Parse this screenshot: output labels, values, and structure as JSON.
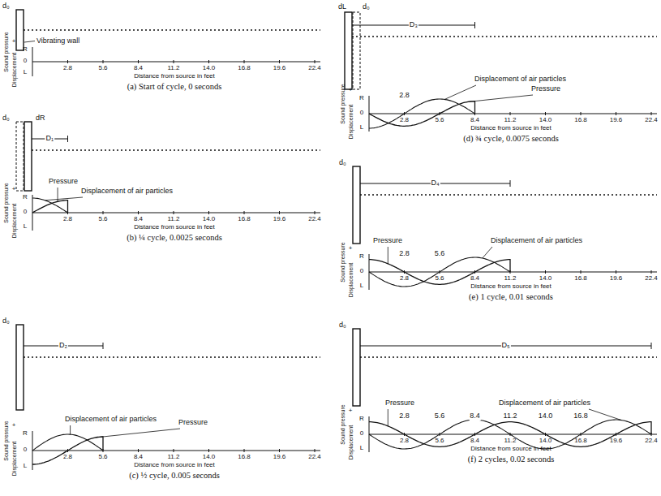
{
  "diagram": {
    "labels": [
      "d₀",
      "Vibrating wall",
      "Sound pressure",
      "+",
      "Displacement",
      "R",
      "0",
      "L",
      "2.8",
      "5.6",
      "8.4",
      "11.2",
      "14.0",
      "16.8",
      "19.6",
      "22.4",
      "Distance from source in feet",
      "(a) Start of cycle, 0 seconds",
      "d₀",
      "dR",
      "D₁",
      "Pressure",
      "Displacement of air particles",
      "Sound pressure",
      "+",
      "Displacement",
      "R",
      "0",
      "L",
      "2.8",
      "5.6",
      "8.4",
      "11.2",
      "14.0",
      "16.8",
      "19.6",
      "22.4",
      "Distance from source in feet",
      "(b) ¼ cycle, 0.0025 seconds",
      "d₀",
      "D₂",
      "Displacement of air particles",
      "Pressure",
      "Sound pressure",
      "+",
      "Displacement",
      "R",
      "0",
      "L",
      "2.8",
      "5.6",
      "8.4",
      "11.2",
      "14.0",
      "16.8",
      "19.6",
      "22.4",
      "Distance from source in feet",
      "(c) ½ cycle, 0.005 seconds",
      "dL",
      "d₀",
      "D₃",
      "Displacement of air particles",
      "Pressure",
      "2.8",
      "Sound pressure",
      "+",
      "Displacement",
      "R",
      "0",
      "L",
      "2.8",
      "5.6",
      "8.4",
      "11.2",
      "14.0",
      "16.8",
      "19.6",
      "22.4",
      "Distance from source in feet",
      "(d) ¾ cycle, 0.0075 seconds",
      "d₀",
      "D₄",
      "Pressure",
      "Displacement of air particles",
      "2.8",
      "5.6",
      "Sound pressure",
      "+",
      "Displacement",
      "R",
      "0",
      "L",
      "2.8",
      "5.6",
      "8.4",
      "11.2",
      "14.0",
      "16.8",
      "19.6",
      "22.4",
      "Distance from source in feet",
      "(e) 1 cycle, 0.01 seconds",
      "d₀",
      "D₅",
      "Pressure",
      "Displacement of air particles",
      "2.8",
      "5.6",
      "8.4",
      "11.2",
      "14.0",
      "16.8",
      "Sound pressure",
      "+",
      "Displacement",
      "R",
      "0",
      "L",
      "2.8",
      "5.6",
      "8.4",
      "11.2",
      "14.0",
      "16.8",
      "19.6",
      "22.4",
      "Distance from source in feet",
      "(f) 2 cycles, 0.02 seconds"
    ]
  }
}
